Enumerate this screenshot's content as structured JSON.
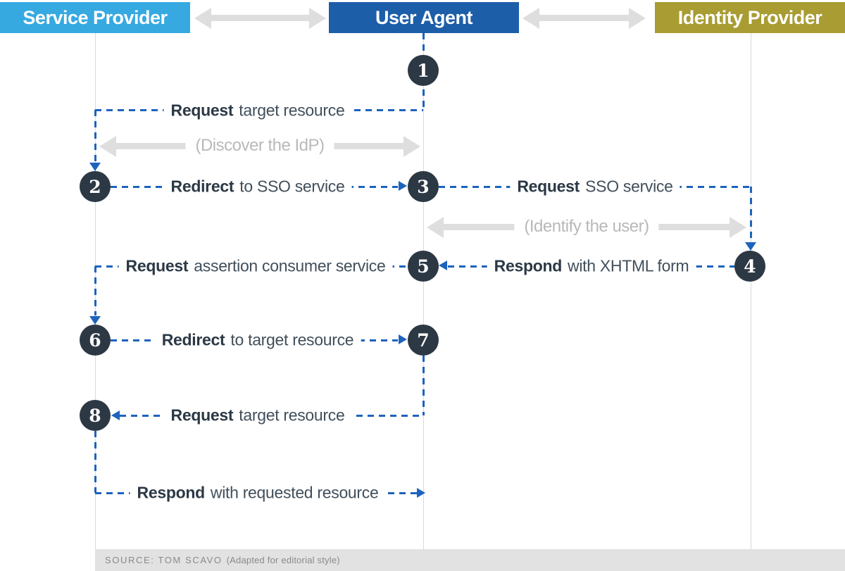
{
  "actors": [
    {
      "label": "Service Provider",
      "color": "#36a9e1"
    },
    {
      "label": "User Agent",
      "color": "#1d5ea9"
    },
    {
      "label": "Identity Provider",
      "color": "#a89c33"
    }
  ],
  "steps": [
    "1",
    "2",
    "3",
    "4",
    "5",
    "6",
    "7",
    "8"
  ],
  "messages": [
    {
      "bold": "Request",
      "rest": " target resource"
    },
    {
      "bold": "Redirect",
      "rest": " to SSO service"
    },
    {
      "bold": "Request",
      "rest": " SSO service"
    },
    {
      "bold": "Respond",
      "rest": " with XHTML form"
    },
    {
      "bold": "Request",
      "rest": " assertion consumer service"
    },
    {
      "bold": "Redirect",
      "rest": " to target resource"
    },
    {
      "bold": "Request",
      "rest": " target resource"
    },
    {
      "bold": "Respond",
      "rest": " with requested resource"
    }
  ],
  "annotations": [
    {
      "text": "(Discover the IdP)"
    },
    {
      "text": "(Identify the user)"
    }
  ],
  "footer": {
    "source_label": "SOURCE: TOM SCAVO",
    "source_note": "(Adapted for editorial style)"
  },
  "colors": {
    "message_blue": "#1d63bd",
    "circle_navy": "#2c3844",
    "gray_arrow": "#dedede",
    "footer_bg": "#e2e2e2"
  }
}
